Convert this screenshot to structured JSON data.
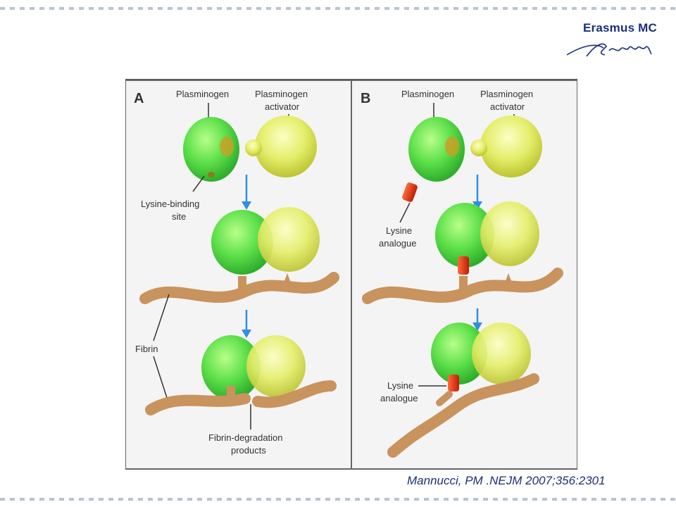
{
  "logo": {
    "brand": "Erasmus MC",
    "signature": "Erasmus"
  },
  "panel_a": {
    "letter": "A",
    "plasminogen": "Plasminogen",
    "activator_line1": "Plasminogen",
    "activator_line2": "activator",
    "lysine_site_line1": "Lysine-binding",
    "lysine_site_line2": "site",
    "fibrin": "Fibrin",
    "products_line1": "Fibrin-degradation",
    "products_line2": "products"
  },
  "panel_b": {
    "letter": "B",
    "plasminogen": "Plasminogen",
    "activator_line1": "Plasminogen",
    "activator_line2": "activator",
    "analogue1_line1": "Lysine",
    "analogue1_line2": "analogue",
    "analogue2_line1": "Lysine",
    "analogue2_line2": "analogue"
  },
  "citation": "Mannucci, PM .NEJM 2007;356:2301",
  "colors": {
    "plasminogen_green": "#5ee04a",
    "activator_yellow": "#e4ee6a",
    "fibrin_tan": "#c9935e",
    "analogue_red": "#e02a10",
    "arrow_blue": "#2f8fe0",
    "citation_blue": "#1f2f7a"
  }
}
